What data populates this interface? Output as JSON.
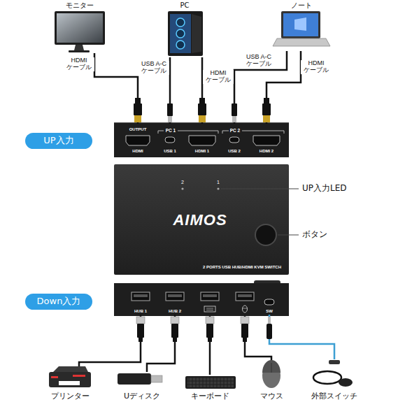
{
  "diagram": {
    "nodes": [
      {
        "text": [
          "モニター"
        ]
      },
      {
        "text": [
          "PC"
        ]
      },
      {
        "text": [
          "ノート"
        ]
      },
      {
        "text": [
          "UP入力"
        ]
      },
      {
        "text": [
          "OUTPUT",
          "HDMI"
        ]
      },
      {
        "text": [
          "USB 1"
        ]
      },
      {
        "text": [
          "HDMI 1"
        ]
      },
      {
        "text": [
          "USB 2"
        ]
      },
      {
        "text": [
          "HDMI 2"
        ]
      },
      {
        "text": [
          "Down入力"
        ]
      },
      {
        "text": [
          "HUB 1"
        ]
      },
      {
        "text": [
          "HUB 2"
        ]
      },
      {
        "text": [
          "SW"
        ]
      },
      {
        "text": [
          "プリンター"
        ]
      },
      {
        "text": [
          "Uディスク"
        ]
      },
      {
        "text": [
          "キーボード"
        ]
      },
      {
        "text": [
          "マウス"
        ]
      },
      {
        "text": [
          "外部スイッチ"
        ]
      }
    ],
    "edges": [
      {
        "from": 0,
        "to": 4,
        "arrow": "none",
        "label": "HDMI ケーブル"
      },
      {
        "from": 1,
        "to": 5,
        "arrow": "none",
        "label": "USB A-C ケーブル"
      },
      {
        "from": 1,
        "to": 6,
        "arrow": "none",
        "label": "HDMI ケーブル"
      },
      {
        "from": 2,
        "to": 7,
        "arrow": "none",
        "label": "USB A-C ケーブル"
      },
      {
        "from": 2,
        "to": 8,
        "arrow": "none",
        "label": "HDMI ケーブル"
      },
      {
        "from": 10,
        "to": 13,
        "arrow": "none"
      },
      {
        "from": 11,
        "to": 14,
        "arrow": "none"
      },
      {
        "from": 12,
        "to": 17,
        "arrow": "none"
      }
    ],
    "labels": [
      "PC 1",
      "PC 2",
      "2",
      "1",
      "UP入力LED",
      "AIMOS",
      "ボタン",
      "2 PORTS USB HUB/HDMI KVM SWITCH"
    ]
  }
}
